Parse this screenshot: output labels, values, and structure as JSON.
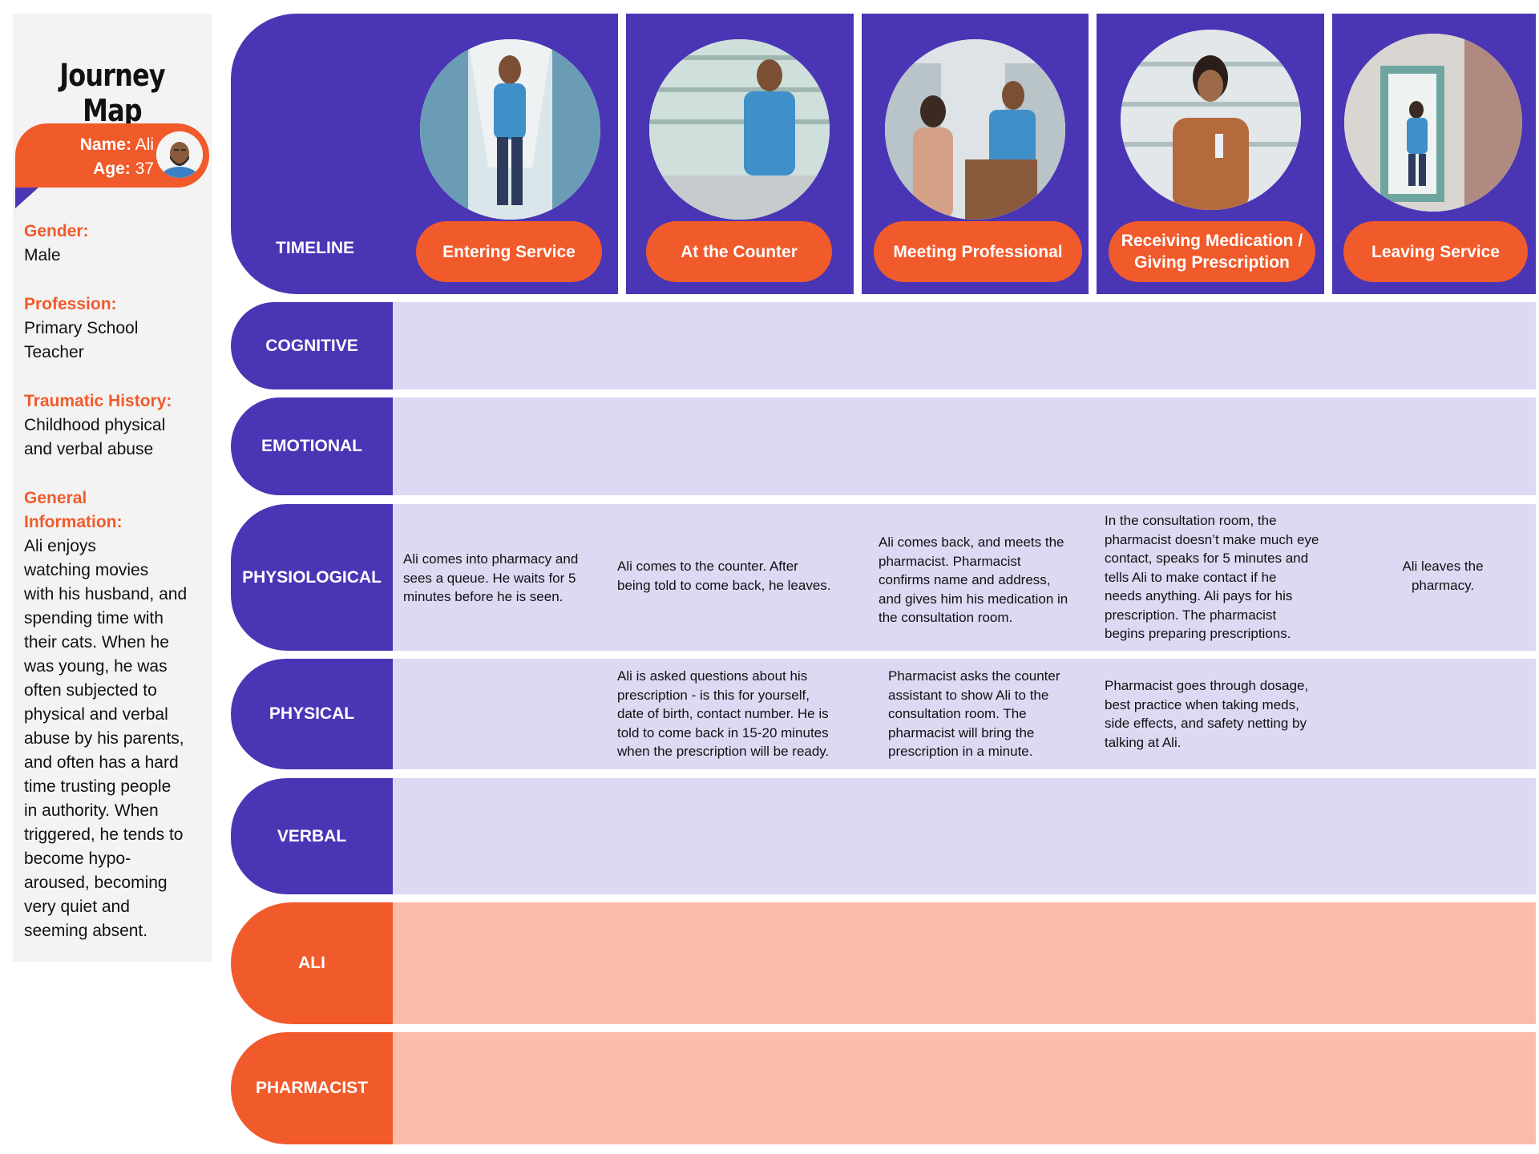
{
  "title": "Journey Map",
  "profile": {
    "name_label": "Name:",
    "name": "Ali",
    "age_label": "Age:",
    "age": "37",
    "gender_label": "Gender:",
    "gender": "Male",
    "profession_label": "Profession:",
    "profession": "Primary School\nTeacher",
    "trauma_label": "Traumatic History:",
    "trauma": "Childhood physical\nand verbal abuse",
    "general_label": "General\nInformation:",
    "general": "Ali enjoys\nwatching movies\nwith his husband, and\nspending time with\ntheir cats. When he\nwas young, he was\noften subjected to\nphysical and verbal\nabuse by his parents,\nand often has a hard\ntime trusting people\nin authority. When\ntriggered, he tends to\nbecome hypo-\naroused, becoming\nvery quiet and\nseeming absent."
  },
  "timeline_label": "TIMELINE",
  "stages": [
    {
      "label": "Entering Service",
      "image": "man-walking-into-pharmacy"
    },
    {
      "label": "At the Counter",
      "image": "man-at-pharmacy-counter"
    },
    {
      "label": "Meeting Professional",
      "image": "pharmacist-meeting-customer"
    },
    {
      "label": "Receiving Medication / Giving Prescription",
      "image": "pharmacist-holding-medication"
    },
    {
      "label": "Leaving Service",
      "image": "man-leaving-through-door"
    }
  ],
  "rows": {
    "cognitive": "COGNITIVE",
    "emotional": "EMOTIONAL",
    "physiological": "PHYSIOLOGICAL",
    "physical": "PHYSICAL",
    "verbal": "VERBAL",
    "ali": "ALI",
    "pharmacist": "PHARMACIST"
  },
  "physiological_cells": [
    "Ali comes into pharmacy and\nsees a queue. He waits for 5\nminutes before he is seen.",
    "Ali comes to the counter. After\nbeing told to come back, he leaves.",
    "Ali comes back, and meets the\npharmacist. Pharmacist\nconfirms name and address,\nand gives him his medication in\nthe consultation room.",
    "In the consultation room, the\npharmacist doesn’t make much eye\ncontact, speaks for 5 minutes and\ntells Ali to make contact if he\nneeds anything. Ali pays for his\nprescription. The pharmacist\nbegins preparing prescriptions.",
    "Ali leaves the\npharmacy."
  ],
  "physical_cells": [
    "",
    "Ali is asked questions about his\nprescription - is this for yourself,\ndate of birth, contact number. He is\ntold to come back in 15-20 minutes\nwhen the prescription will be ready.",
    "Pharmacist asks the counter\nassistant to show Ali to the\nconsultation room. The\npharmacist will bring the\nprescription in a minute.",
    "Pharmacist goes through dosage,\nbest practice when taking meds,\nside effects, and safety netting by\ntalking at Ali.",
    ""
  ],
  "colors": {
    "purple": "#4a35b5",
    "orange": "#f15a2b",
    "lavender": "#dcd9f3",
    "peach": "#fdbcab"
  }
}
